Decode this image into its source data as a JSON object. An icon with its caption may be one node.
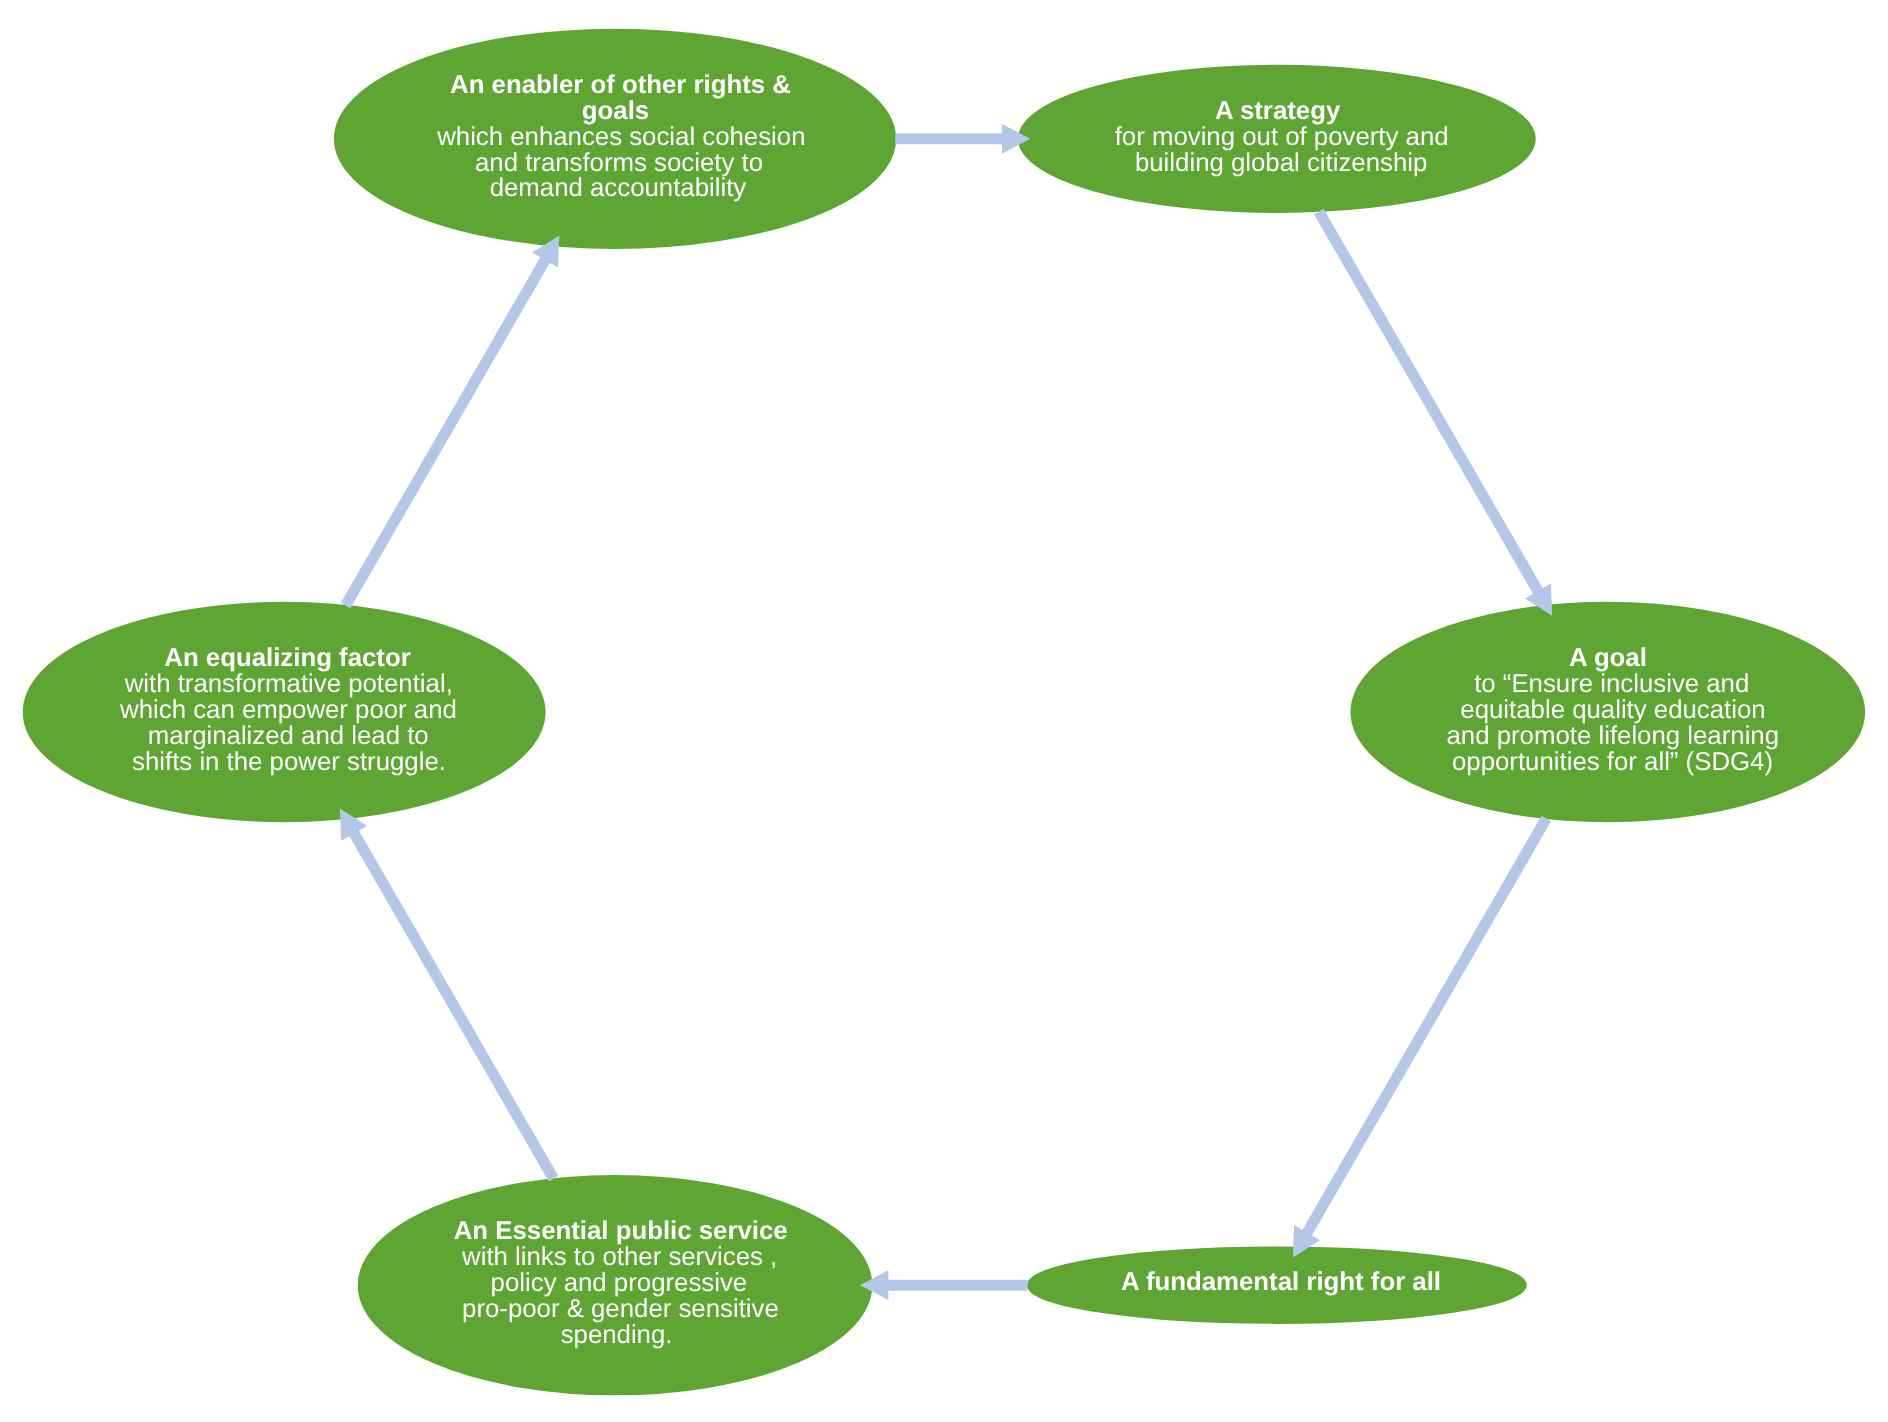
{
  "diagram": {
    "nodes": [
      {
        "text": [
          "A fundamental right for all"
        ]
      },
      {
        "text": [
          "A goal",
          "to “Ensure inclusive and equitable quality education and promote lifelong learning opportunities for all” (SDG4)"
        ]
      },
      {
        "text": [
          "**An Essential public service** with links to other services , policy and progressive pro-poor & gender sensitive spending."
        ]
      },
      {
        "text": [
          "A strategy",
          "for moving out of poverty and building global citizenship"
        ]
      },
      {
        "text": [
          "**An equalizing factor** with transformative potential, which can empower poor and marginalized and lead to shifts in the power struggle."
        ]
      },
      {
        "text": [
          "An enabler of other rights & goals",
          "which enhances social cohesion and transforms society to demand accountability"
        ]
      }
    ],
    "edges": [
      {
        "from": 0,
        "to": 2,
        "arrow": "to"
      },
      {
        "from": 2,
        "to": 4,
        "arrow": "to"
      },
      {
        "from": 4,
        "to": 5,
        "arrow": "to"
      },
      {
        "from": 5,
        "to": 3,
        "arrow": "to"
      },
      {
        "from": 3,
        "to": 1,
        "arrow": "to"
      },
      {
        "from": 1,
        "to": 0,
        "arrow": "to"
      }
    ]
  }
}
